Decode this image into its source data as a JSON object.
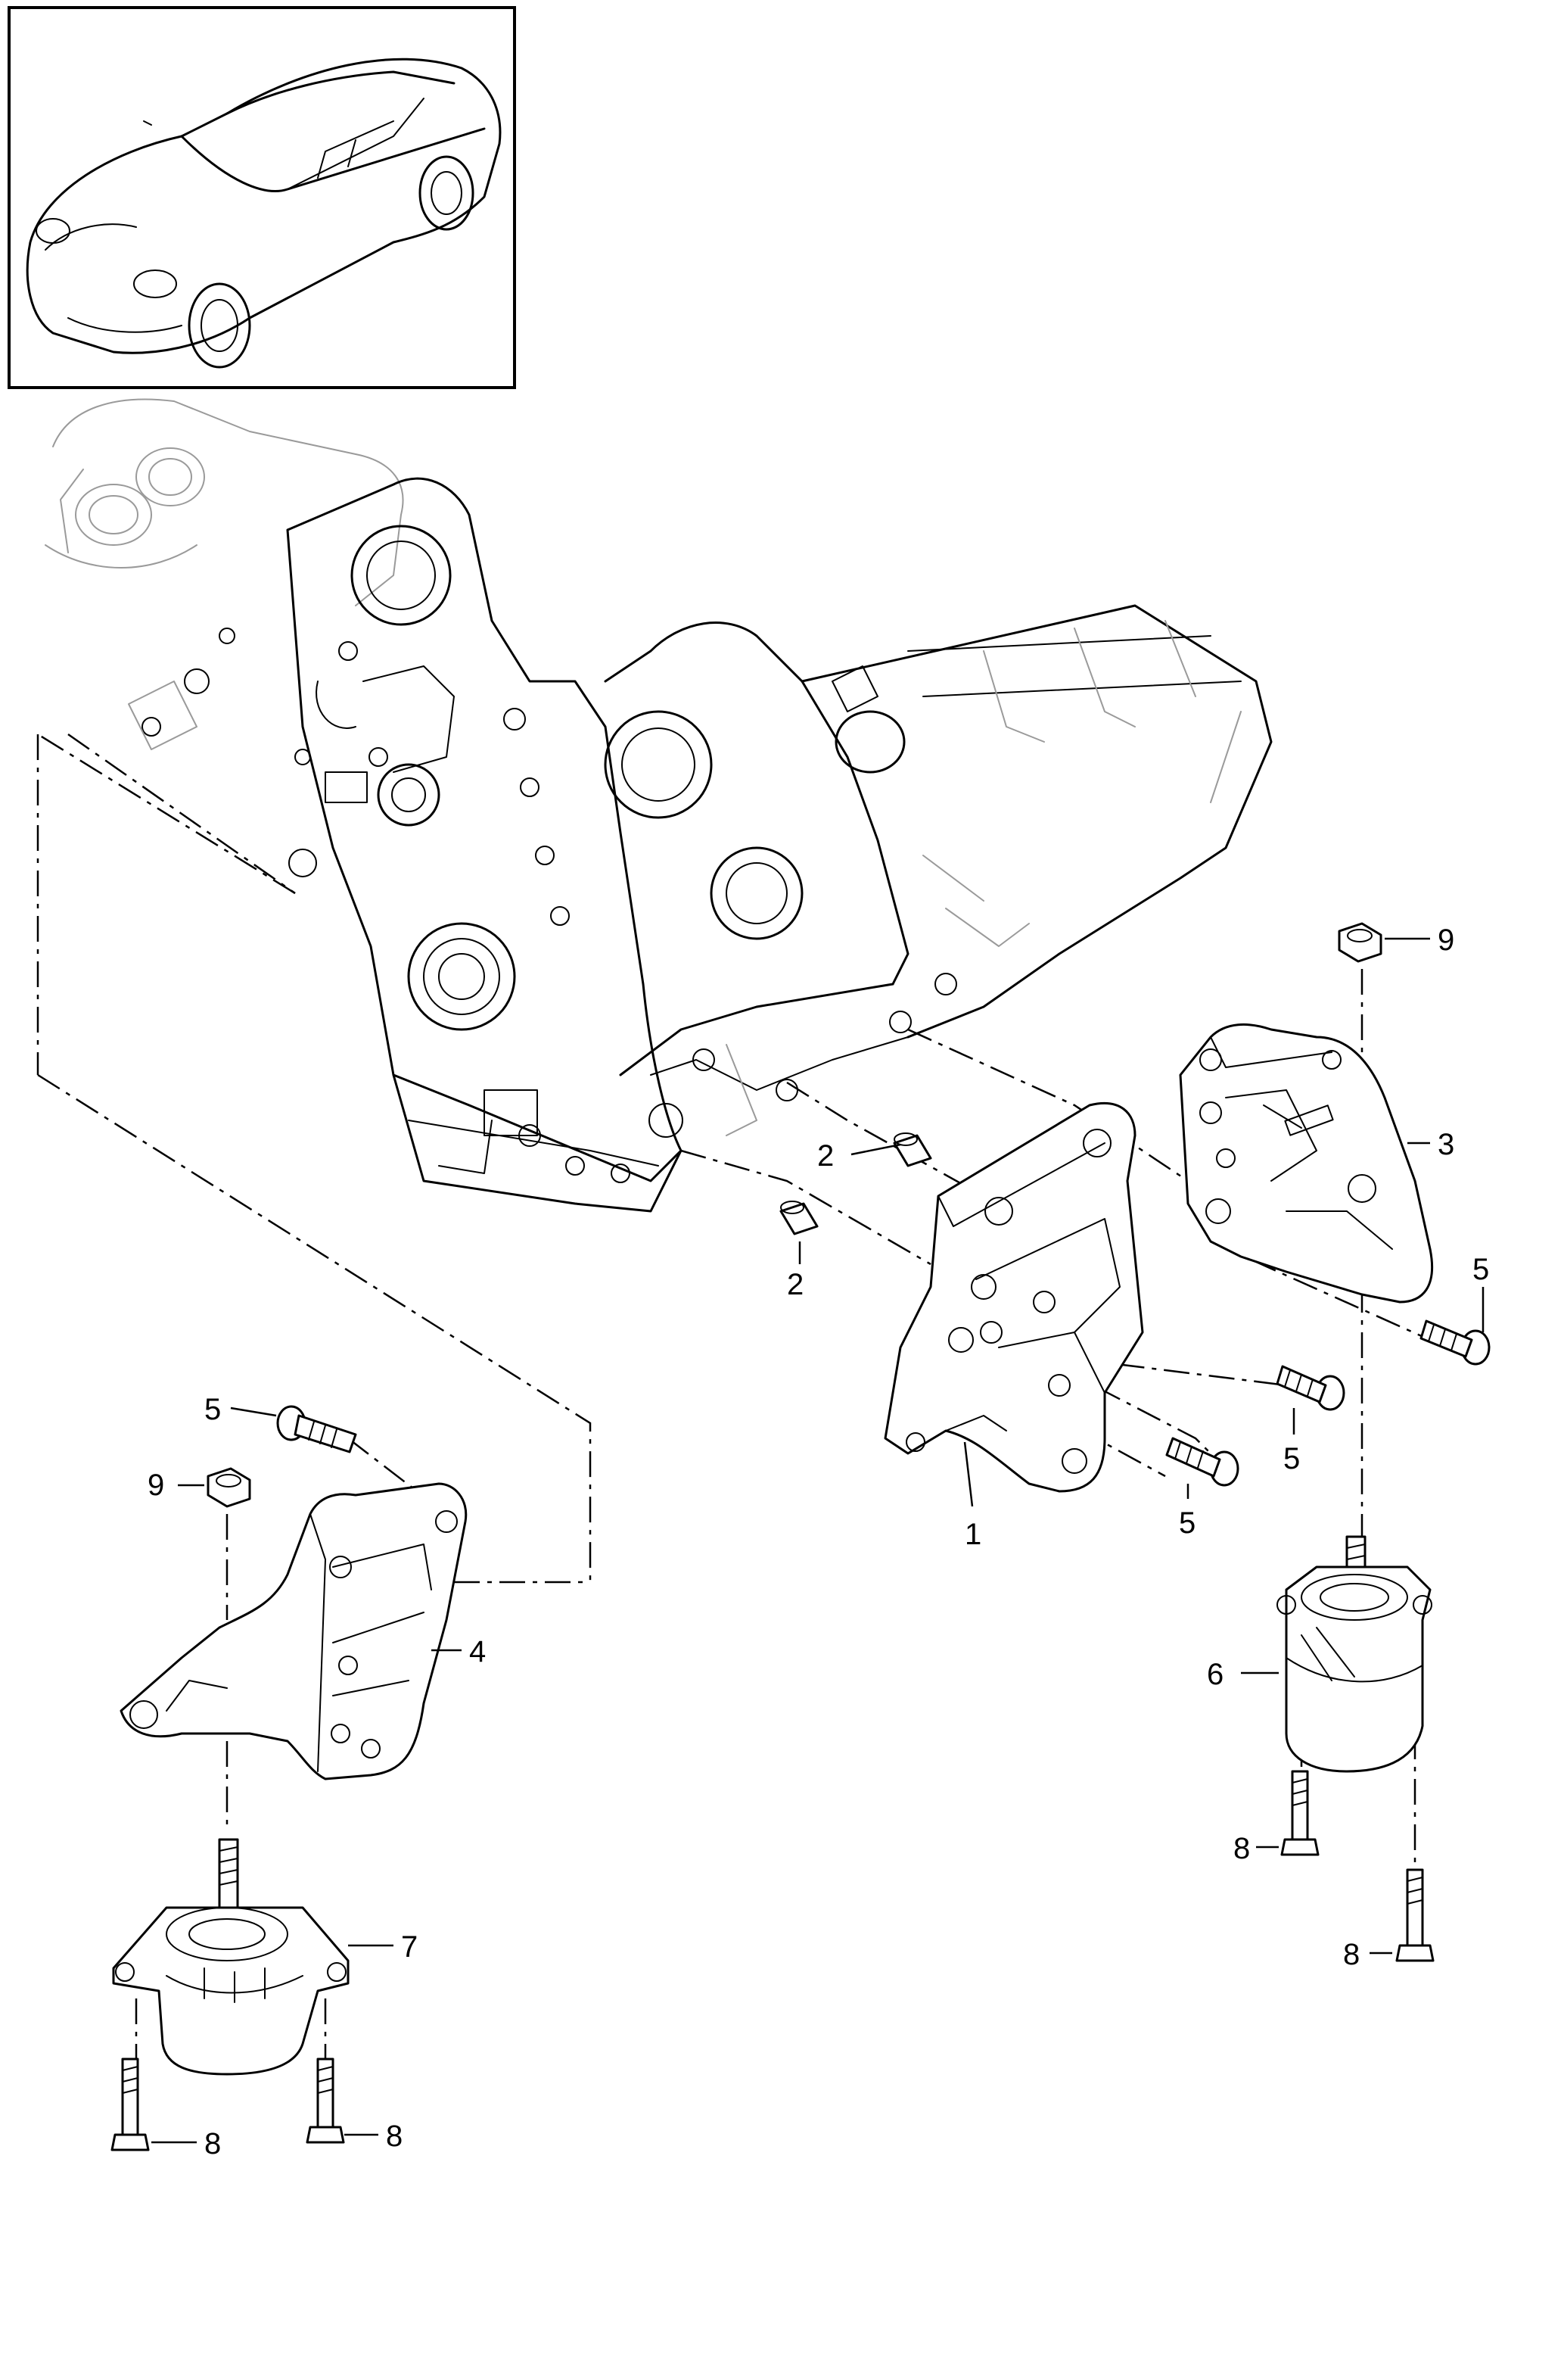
{
  "diagram": {
    "callouts": {
      "c1": "1",
      "c2a": "2",
      "c2b": "2",
      "c3": "3",
      "c4": "4",
      "c5a": "5",
      "c5b": "5",
      "c5c": "5",
      "c5d": "5",
      "c6": "6",
      "c7": "7",
      "c8a": "8",
      "c8b": "8",
      "c8c": "8",
      "c8d": "8",
      "c9a": "9",
      "c9b": "9"
    }
  }
}
